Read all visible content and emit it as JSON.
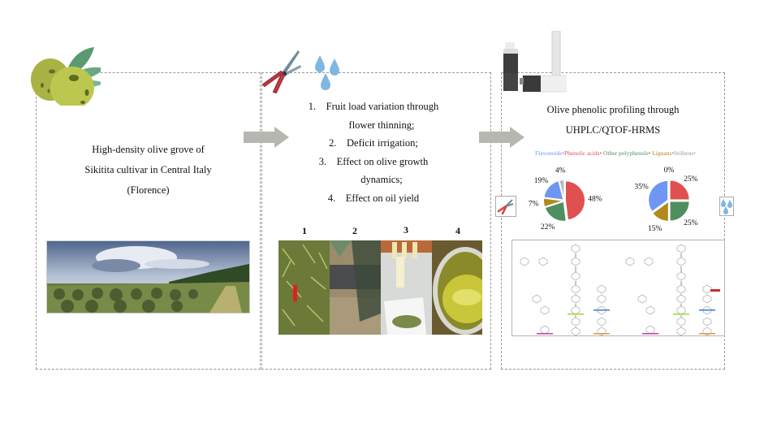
{
  "panel1": {
    "lines": [
      "High-density olive grove of",
      "Sikitita cultivar  in Central Italy",
      "(Florence)"
    ],
    "icon": "olive-fruit-icon",
    "photo": "olive-grove-panorama"
  },
  "panel2": {
    "items": [
      {
        "num": "1.",
        "text": "Fruit load variation through",
        "cont": "flower thinning;"
      },
      {
        "num": "2.",
        "text": "Deficit irrigation;"
      },
      {
        "num": "3.",
        "text": "Effect on olive growth",
        "cont": "dynamics;"
      },
      {
        "num": "4.",
        "text": "Effect on oil yield"
      }
    ],
    "icons": [
      "pruning-shears-icon",
      "water-drops-icon"
    ],
    "photo_labels": [
      "1",
      "2",
      "3",
      "4"
    ]
  },
  "panel3": {
    "title_line1": "Olive phenolic profiling through",
    "title_line2": "UHPLC/QTOF-HRMS",
    "icon": "uhplc-qtof-instrument-icon",
    "legend": [
      {
        "label": "Flavonoids",
        "color": "#6f97f2"
      },
      {
        "label": "Phenolic acids",
        "color": "#e05050"
      },
      {
        "label": "Other polyphenols",
        "color": "#4f8f5f"
      },
      {
        "label": "Lignans",
        "color": "#b08a1a"
      },
      {
        "label": "Stilbens",
        "color": "#9a9a9a"
      }
    ],
    "pathway_image": "phenolic-biosynthesis-pathway-diagram"
  },
  "chart_data": [
    {
      "type": "pie",
      "title": "Fruit load variation (thinning)",
      "categories": [
        "Phenolic acids",
        "Other polyphenols",
        "Lignans",
        "Flavonoids",
        "Stilbens"
      ],
      "values": [
        48,
        22,
        7,
        19,
        4
      ],
      "labels": [
        "48%",
        "22%",
        "7%",
        "19%",
        "4%"
      ],
      "colors": [
        "#e05050",
        "#4f8f5f",
        "#b08a1a",
        "#6f97f2",
        "#b9b9b9"
      ]
    },
    {
      "type": "pie",
      "title": "Deficit irrigation",
      "categories": [
        "Phenolic acids",
        "Other polyphenols",
        "Lignans",
        "Flavonoids",
        "Stilbens"
      ],
      "values": [
        25,
        25,
        15,
        35,
        0
      ],
      "labels": [
        "25%",
        "25%",
        "15%",
        "35%",
        "0%"
      ],
      "colors": [
        "#e05050",
        "#4f8f5f",
        "#b08a1a",
        "#6f97f2",
        "#b9b9b9"
      ]
    }
  ]
}
